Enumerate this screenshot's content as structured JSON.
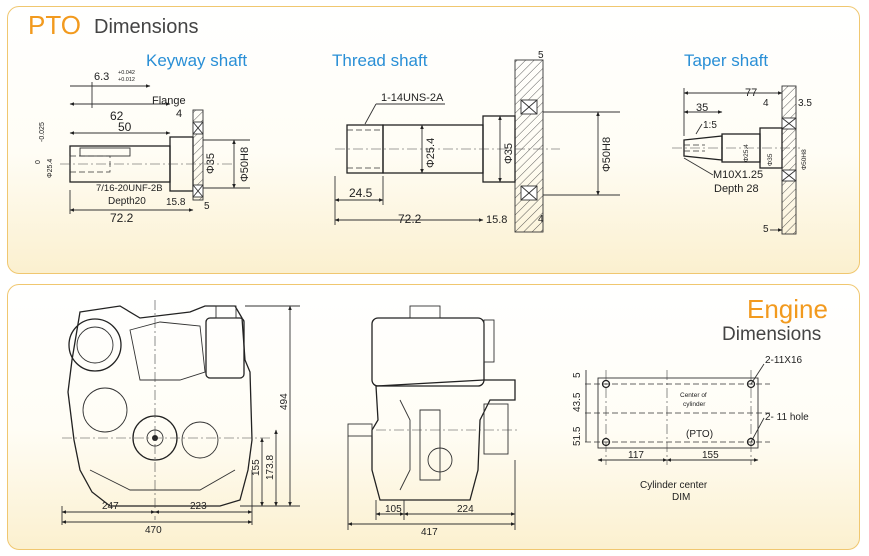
{
  "pto_section": {
    "title_accent": "PTO",
    "title_rest": "Dimensions",
    "keyway": {
      "title": "Keyway shaft",
      "dim_6_3": "6.3",
      "tol_upper": "+0.042",
      "tol_lower": "+0.012",
      "dim_62": "62",
      "flange": "Flange",
      "dim_4": "4",
      "dim_50": "50",
      "dia_tol": "0",
      "dia_tol2": "-0.025",
      "dia_25_4": "Φ25.4",
      "dia_35": "Φ35",
      "dia_50h8": "Φ50H8",
      "thread": "7/16-20UNF-2B",
      "depth": "Depth20",
      "dim_15_8": "15.8",
      "dim_5": "5",
      "dim_72_2": "72.2"
    },
    "thread_shaft": {
      "title": "Thread shaft",
      "thread": "1-14UNS-2A",
      "dim_5": "5",
      "dia_25_4": "Φ25.4",
      "dia_35": "Φ35",
      "dia_50h8": "Φ50H8",
      "dim_24_5": "24.5",
      "dim_72_2": "72.2",
      "dim_15_8": "15.8",
      "dim_4": "4"
    },
    "taper_shaft": {
      "title": "Taper shaft",
      "dim_77": "77",
      "dim_35": "35",
      "dim_4": "4",
      "dim_3_5": "3.5",
      "taper": "1:5",
      "dia_a": "Φ25.4",
      "dia_b": "Φ35",
      "dia_c": "Φ50H8",
      "thread": "M10X1.25",
      "depth": "Depth  28",
      "dim_5": "5"
    }
  },
  "engine_section": {
    "title_accent": "Engine",
    "title_rest": "Dimensions",
    "front_view": {
      "height_494": "494",
      "height_155": "155",
      "height_173_8": "173.8",
      "width_247": "247",
      "width_223": "223",
      "width_470": "470"
    },
    "side_view": {
      "width_105": "105",
      "width_224": "224",
      "width_417": "417"
    },
    "mounting": {
      "holes_top": "2-11X16",
      "holes_bottom": "2- 11 hole",
      "center_label_1": "Center of",
      "center_label_2": "cylinder",
      "pto_label": "(PTO)",
      "dim_5": "5",
      "dim_43_5": "43.5",
      "dim_51_5": "51.5",
      "dim_117": "117",
      "dim_155": "155",
      "caption_1": "Cylinder center",
      "caption_2": "DIM"
    }
  },
  "colors": {
    "accent_orange": "#f29a1e",
    "title_blue": "#2a8fd6",
    "border_gold": "#f0c770"
  }
}
